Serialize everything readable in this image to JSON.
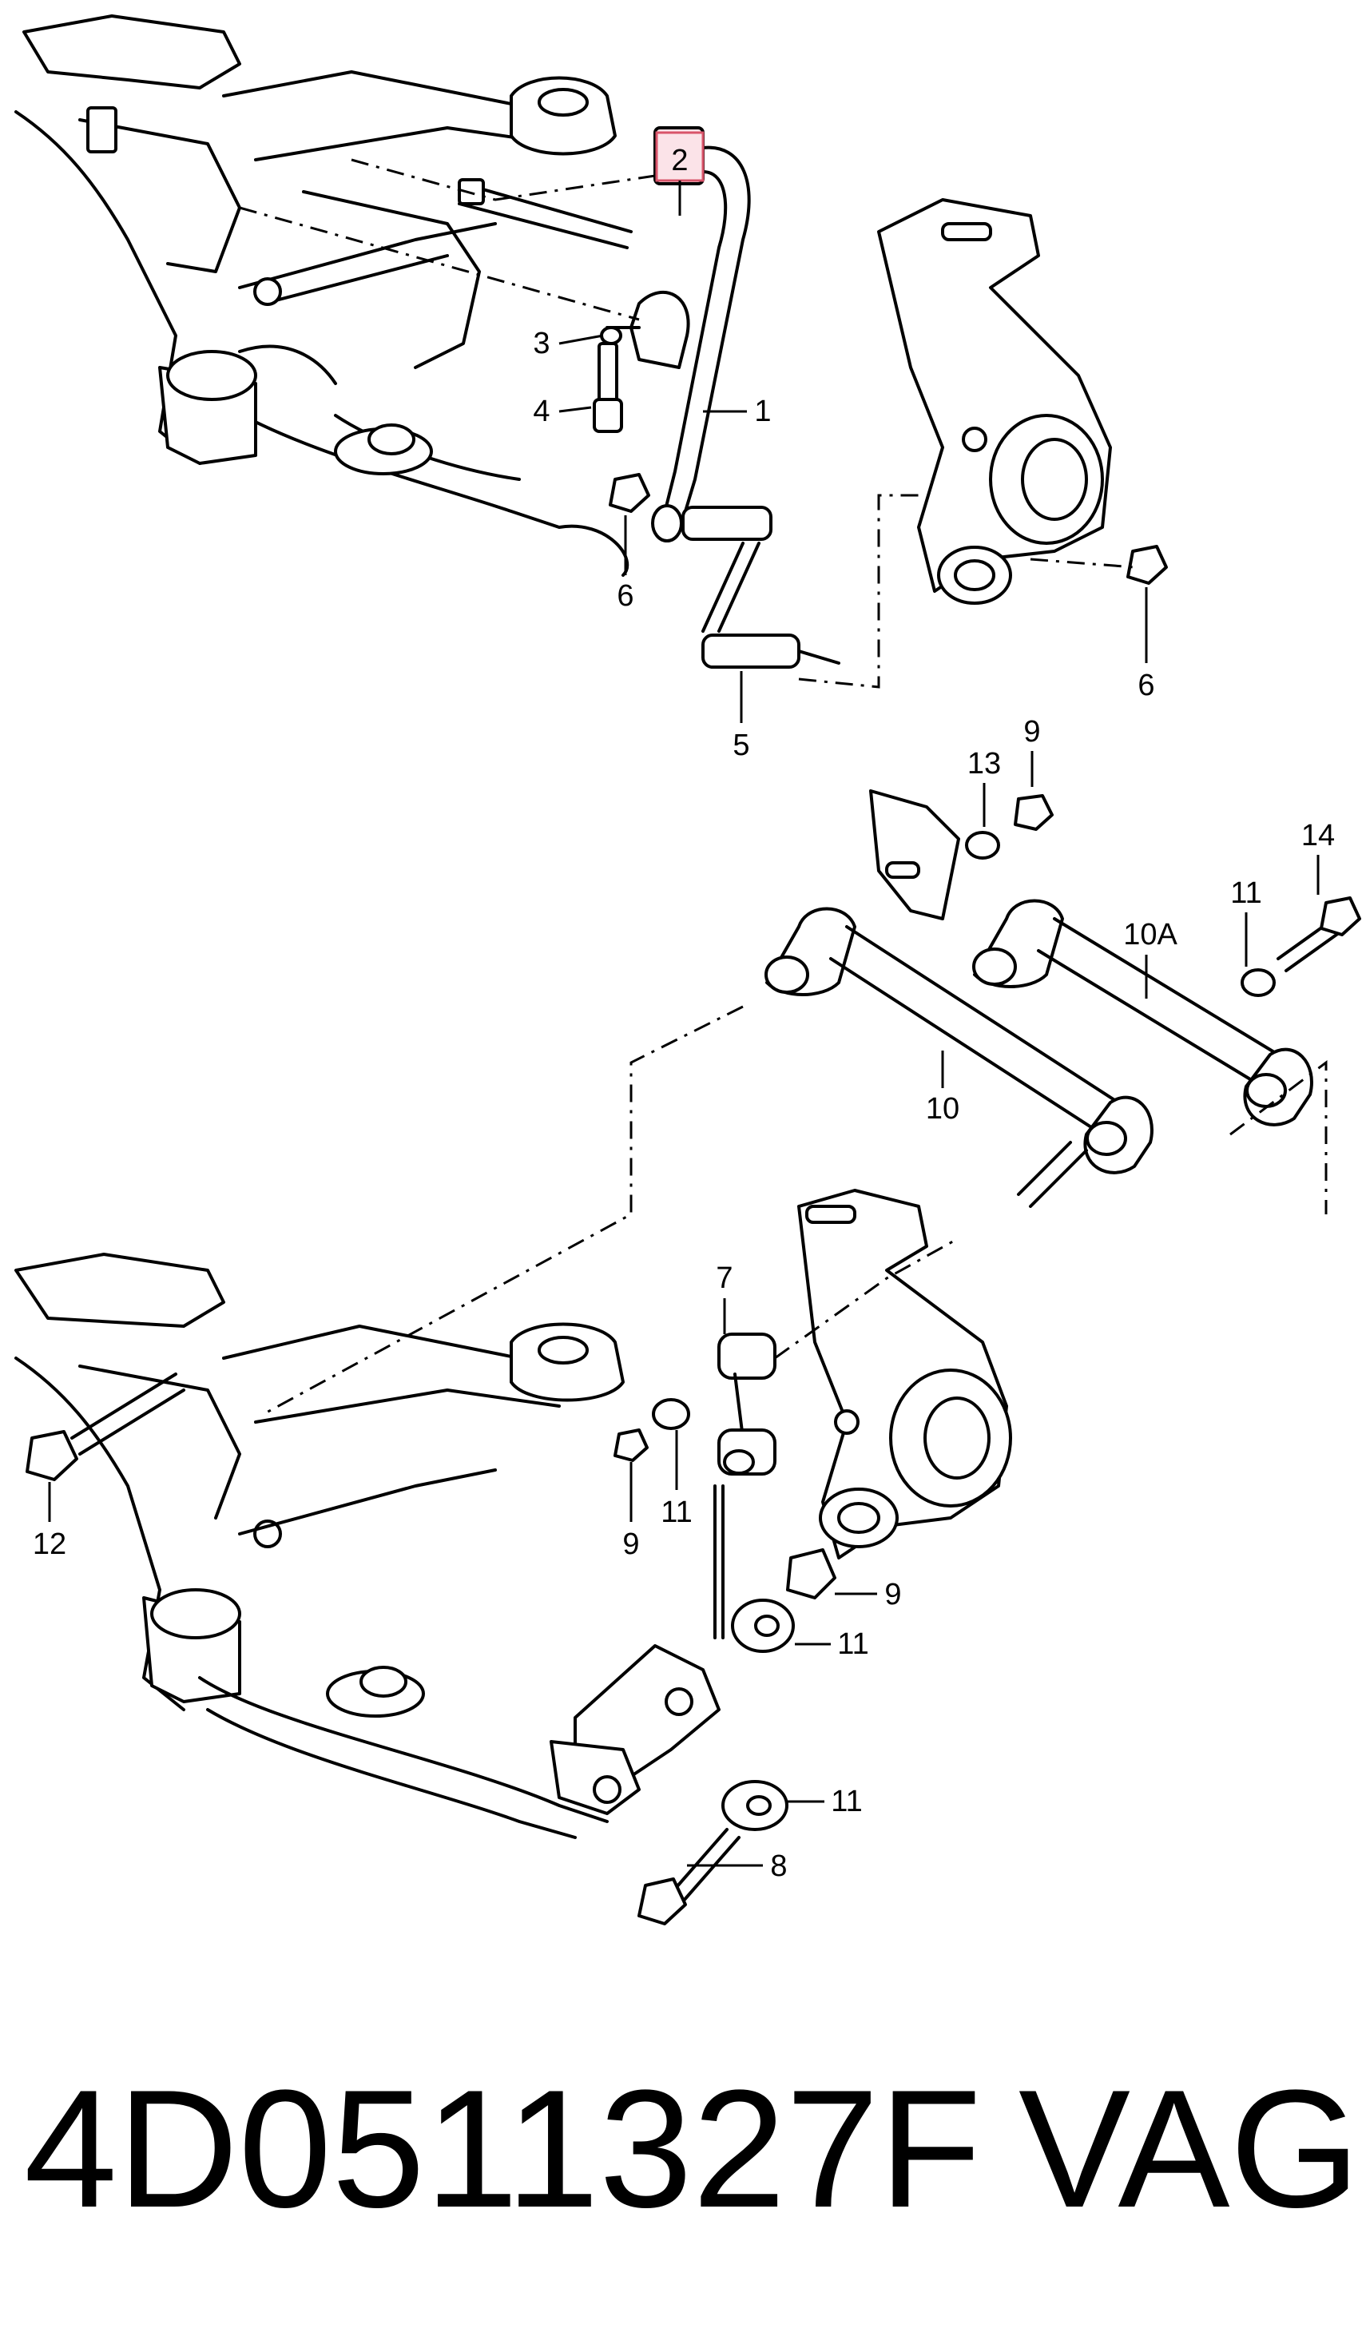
{
  "colors": {
    "ink": "#000000",
    "background": "#ffffff",
    "highlight_fill": "#fbe3e8",
    "highlight_stroke": "#d9546a"
  },
  "callouts": {
    "c1": "1",
    "c2": "2",
    "c3": "3",
    "c4": "4",
    "c5": "5",
    "c6a": "6",
    "c6b": "6",
    "c7": "7",
    "c8": "8",
    "c9a": "9",
    "c9b": "9",
    "c9c": "9",
    "c10": "10",
    "c10a": "10A",
    "c11a": "11",
    "c11b": "11",
    "c11c": "11",
    "c11d": "11",
    "c12": "12",
    "c13": "13",
    "c14": "14"
  },
  "caption": {
    "part_number": "4D0511327F",
    "brand": "VAG"
  }
}
